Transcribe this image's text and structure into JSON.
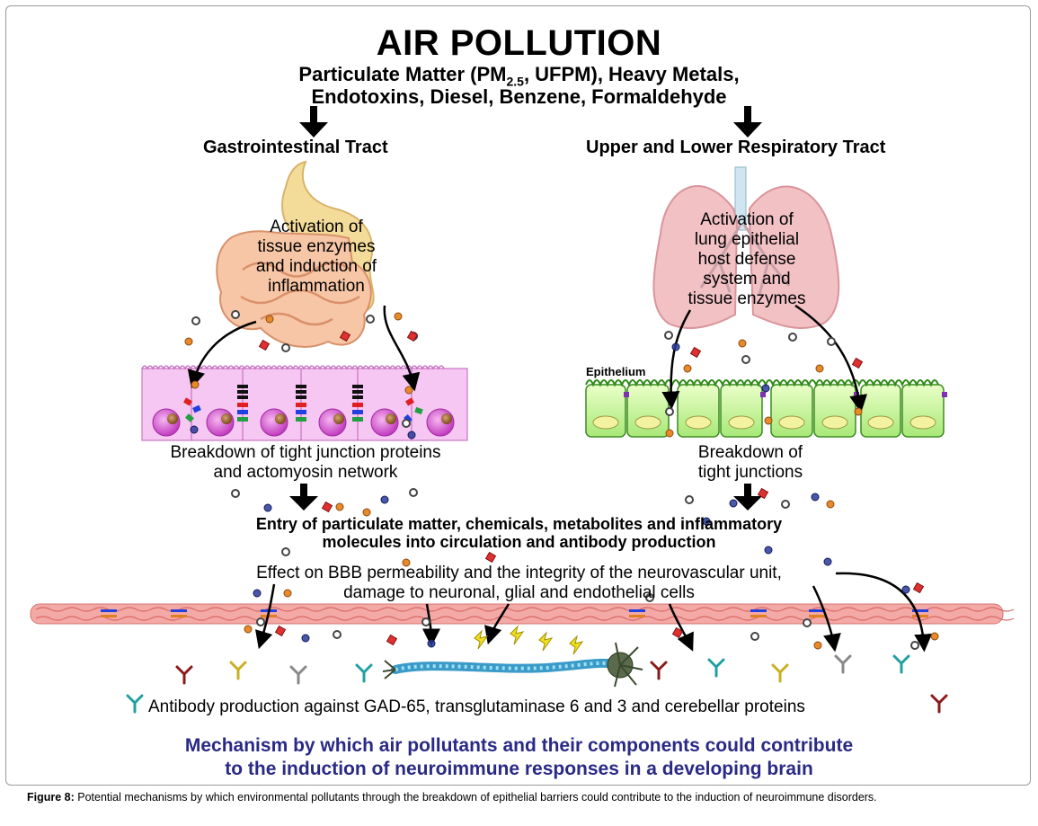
{
  "title": "AIR POLLUTION",
  "pollutants": {
    "line1_pre": "Particulate Matter (PM",
    "line1_sub": "2.5",
    "line1_post": ", UFPM), Heavy Metals,",
    "line2": "Endotoxins, Diesel, Benzene, Formaldehyde"
  },
  "gi": {
    "heading": "Gastrointestinal Tract",
    "activation": [
      "Activation of",
      "tissue enzymes",
      "and induction of",
      "inflammation"
    ],
    "breakdown": [
      "Breakdown of tight junction proteins",
      "and actomyosin network"
    ]
  },
  "resp": {
    "heading": "Upper and Lower Respiratory Tract",
    "activation": [
      "Activation of",
      "lung epithelial",
      "host defense",
      "system and",
      "tissue enzymes"
    ],
    "epithelium_label": "Epithelium",
    "breakdown": [
      "Breakdown of",
      "tight junctions"
    ]
  },
  "entry": [
    "Entry of particulate matter, chemicals, metabolites and inflammatory",
    "molecules into circulation and antibody production"
  ],
  "bbb": [
    "Effect on BBB permeability and the integrity of the neurovascular unit,",
    "damage to neuronal, glial and endothelial cells"
  ],
  "antibody": "Antibody production against GAD-65, transglutaminase 6 and 3 and cerebellar proteins",
  "mechanism": [
    "Mechanism by which air pollutants and their components could contribute",
    "to the induction of neuroimmune responses in a developing brain"
  ],
  "caption": {
    "label": "Figure 8:",
    "text": " Potential mechanisms by which environmental pollutants through the breakdown of epithelial barriers could contribute to the induction of neuroimmune disorders."
  }
}
